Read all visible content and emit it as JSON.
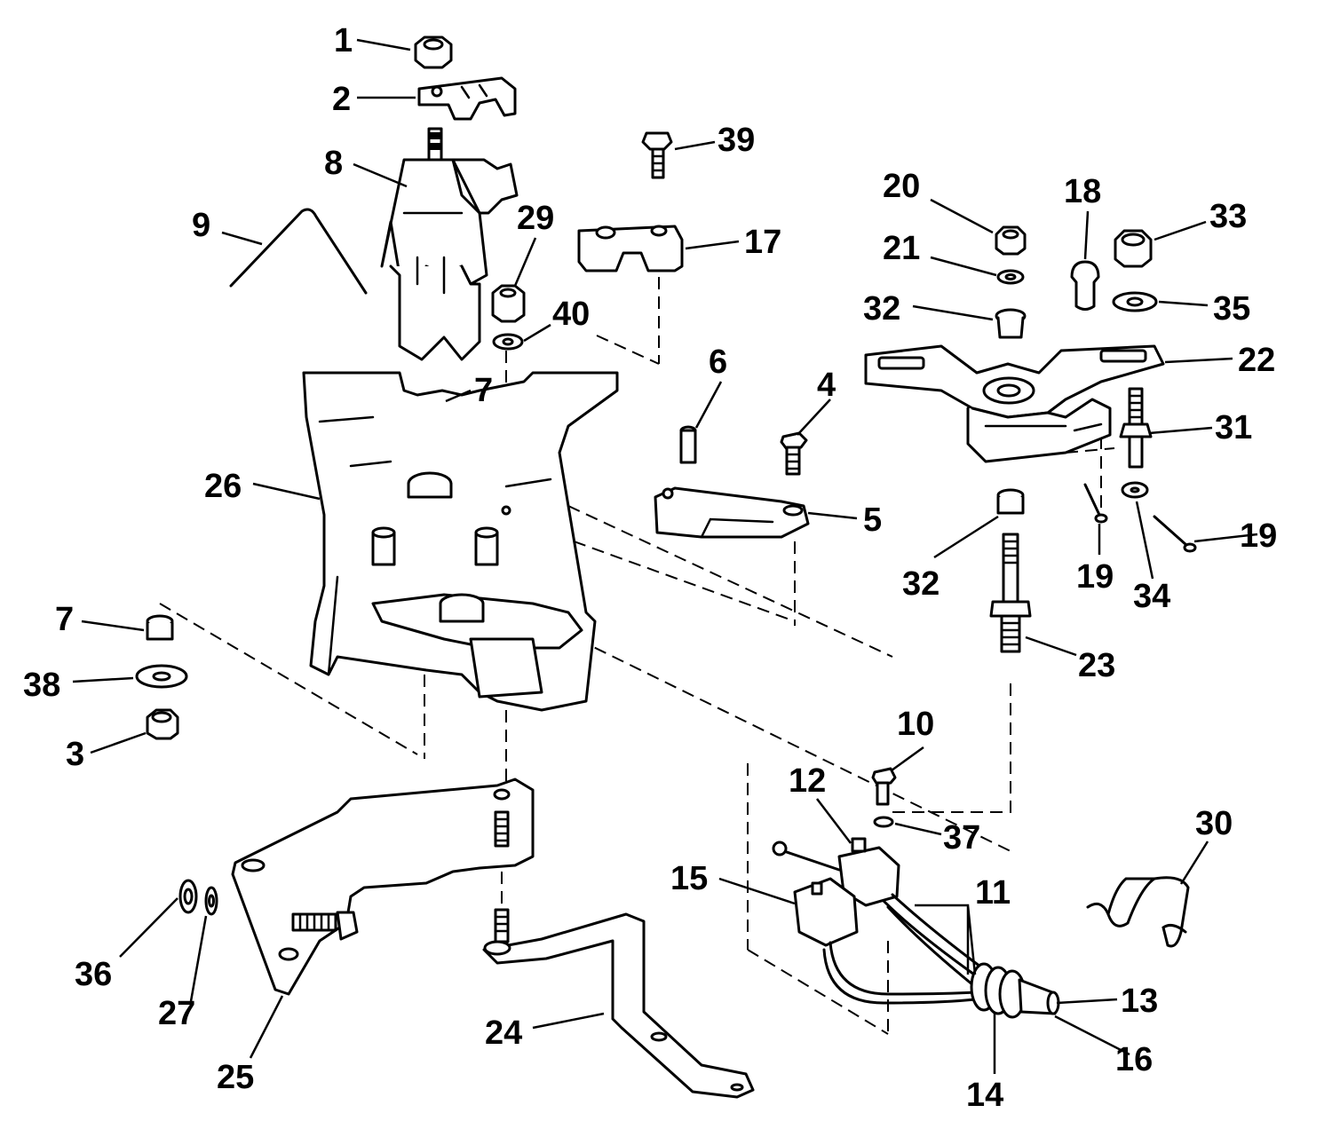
{
  "callouts": [
    {
      "id": "c1",
      "text": "1"
    },
    {
      "id": "c2",
      "text": "2"
    },
    {
      "id": "c3",
      "text": "3"
    },
    {
      "id": "c4",
      "text": "4"
    },
    {
      "id": "c5",
      "text": "5"
    },
    {
      "id": "c6",
      "text": "6"
    },
    {
      "id": "c7a",
      "text": "7"
    },
    {
      "id": "c7b",
      "text": "7"
    },
    {
      "id": "c8",
      "text": "8"
    },
    {
      "id": "c9",
      "text": "9"
    },
    {
      "id": "c10",
      "text": "10"
    },
    {
      "id": "c11",
      "text": "11"
    },
    {
      "id": "c12",
      "text": "12"
    },
    {
      "id": "c13",
      "text": "13"
    },
    {
      "id": "c14",
      "text": "14"
    },
    {
      "id": "c15",
      "text": "15"
    },
    {
      "id": "c16",
      "text": "16"
    },
    {
      "id": "c17",
      "text": "17"
    },
    {
      "id": "c18",
      "text": "18"
    },
    {
      "id": "c19a",
      "text": "19"
    },
    {
      "id": "c19b",
      "text": "19"
    },
    {
      "id": "c20",
      "text": "20"
    },
    {
      "id": "c21",
      "text": "21"
    },
    {
      "id": "c22",
      "text": "22"
    },
    {
      "id": "c23",
      "text": "23"
    },
    {
      "id": "c24",
      "text": "24"
    },
    {
      "id": "c25",
      "text": "25"
    },
    {
      "id": "c26",
      "text": "26"
    },
    {
      "id": "c27",
      "text": "27"
    },
    {
      "id": "c29",
      "text": "29"
    },
    {
      "id": "c30",
      "text": "30"
    },
    {
      "id": "c31",
      "text": "31"
    },
    {
      "id": "c32a",
      "text": "32"
    },
    {
      "id": "c32b",
      "text": "32"
    },
    {
      "id": "c33",
      "text": "33"
    },
    {
      "id": "c34",
      "text": "34"
    },
    {
      "id": "c35",
      "text": "35"
    },
    {
      "id": "c36",
      "text": "36"
    },
    {
      "id": "c37",
      "text": "37"
    },
    {
      "id": "c38",
      "text": "38"
    },
    {
      "id": "c39",
      "text": "39"
    },
    {
      "id": "c40",
      "text": "40"
    }
  ]
}
